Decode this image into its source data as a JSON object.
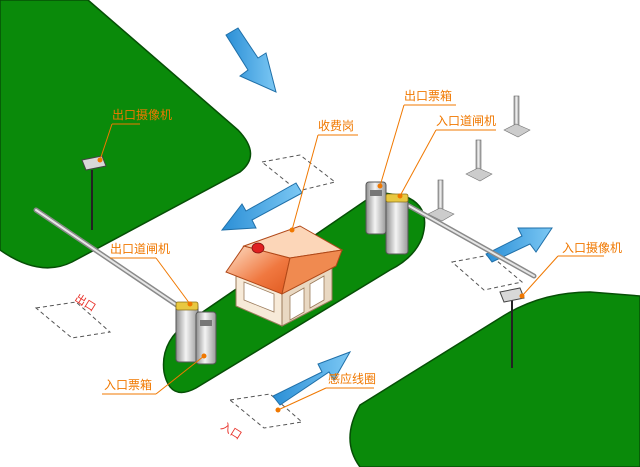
{
  "labels": {
    "exit_camera": "出口摄像机",
    "toll_booth": "收费岗",
    "exit_ticket_box": "出口票箱",
    "entry_barrier": "入口道闸机",
    "entry_camera": "入口摄像机",
    "exit_barrier": "出口道闸机",
    "entry_ticket_box": "入口票箱",
    "induction_loop": "感应线圈",
    "exit_text": "出口",
    "entry_text": "入口"
  },
  "colors": {
    "grass": "#0a8a0a",
    "grass_edge": "#064f06",
    "arrow": "#3aa8e8",
    "label": "#f07800",
    "red_text": "#e8322a",
    "roof": "#f06a3a"
  }
}
